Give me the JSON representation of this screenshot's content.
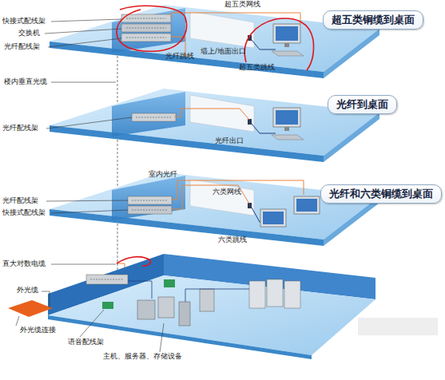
{
  "diagram": {
    "nodes": [
      {
        "text": [
          "超五类铜缆到桌面"
        ]
      },
      {
        "text": [
          "光纤到桌面"
        ]
      },
      {
        "text": [
          "光纤和六类铜缆到桌面"
        ]
      }
    ],
    "labels": [
      "超五类网线",
      "快接式配线架",
      "交换机",
      "光纤配线架",
      "光纤跳线",
      "墙上/地面出口",
      "超五类跳线",
      "楼内垂直光缆",
      "光纤配线架",
      "光纤出口",
      "室内光纤",
      "六类网线",
      "光纤配线架",
      "快接式配线架",
      "六类跳线",
      "直大对数电缆",
      "外光缆",
      "外光缆连接",
      "语音配线架",
      "主机、服务器、存储设备"
    ]
  }
}
